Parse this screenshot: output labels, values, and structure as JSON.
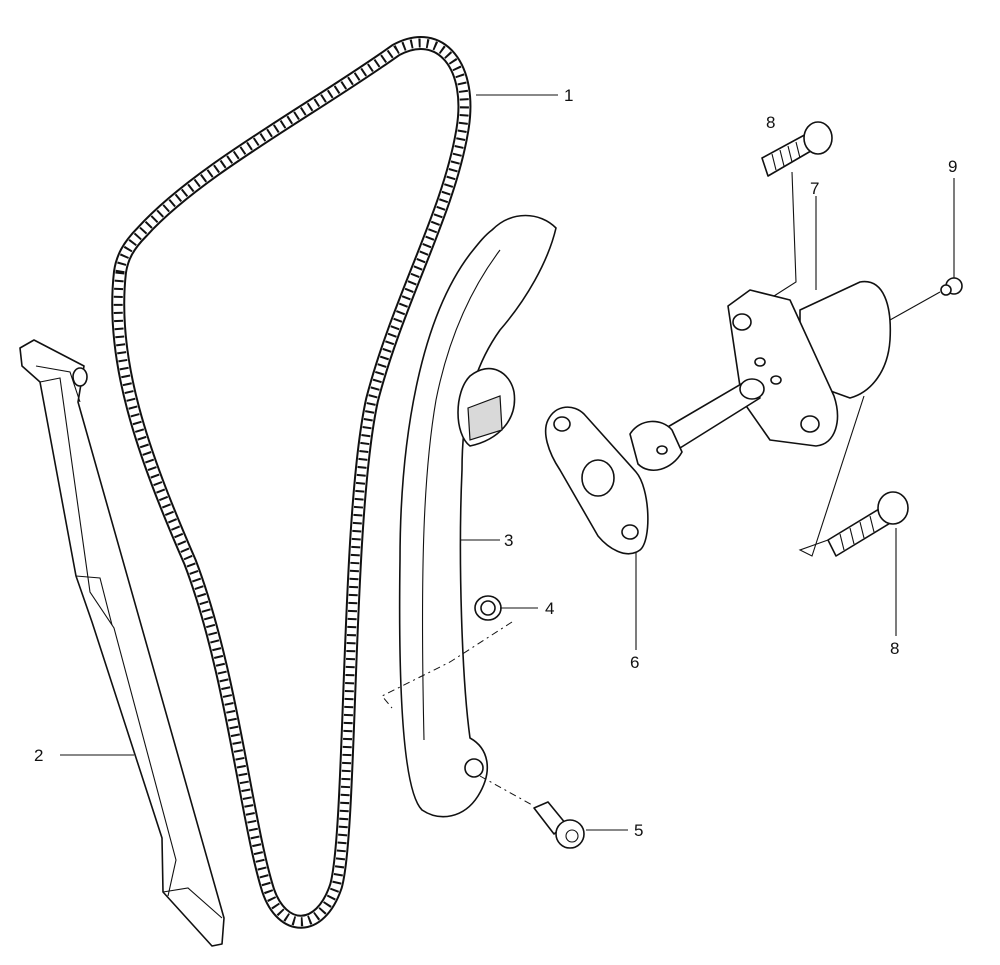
{
  "callouts": {
    "c1": "1",
    "c2": "2",
    "c3": "3",
    "c4": "4",
    "c5": "5",
    "c6": "6",
    "c7": "7",
    "c8a": "8",
    "c8b": "8",
    "c9": "9"
  },
  "parts": {
    "1": "timing-chain",
    "2": "chain-guide-fixed",
    "3": "chain-tensioner-slide",
    "4": "washer",
    "5": "pivot-bolt",
    "6": "gasket",
    "7": "chain-tensioner",
    "8": "bolt",
    "9": "plug"
  }
}
